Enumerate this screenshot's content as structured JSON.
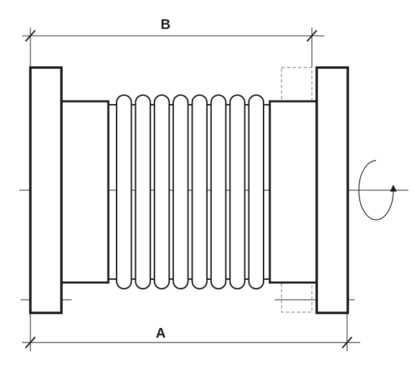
{
  "labels": {
    "dim_top": "B",
    "dim_bottom": "A"
  },
  "colors": {
    "stroke": "#1a1a1a",
    "dashed": "#8c8c8c",
    "fill": "#ffffff"
  },
  "convolution_count": 8
}
